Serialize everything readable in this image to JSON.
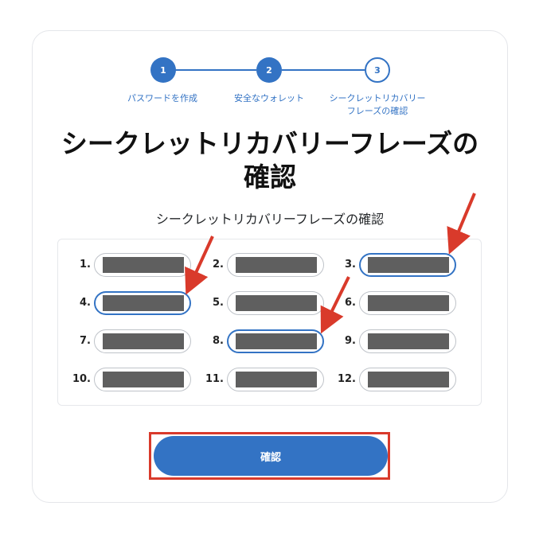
{
  "stepper": {
    "steps": [
      {
        "number": "1",
        "label": "パスワードを作成",
        "state": "done"
      },
      {
        "number": "2",
        "label": "安全なウォレット",
        "state": "done"
      },
      {
        "number": "3",
        "label_line1": "シークレットリカバリー",
        "label_line2": "フレーズの確認",
        "state": "current"
      }
    ]
  },
  "page": {
    "title_line1": "シークレットリカバリーフレーズの",
    "title_line2": "確認",
    "subtitle": "シークレットリカバリーフレーズの確認"
  },
  "words": [
    {
      "number": "1.",
      "active": false
    },
    {
      "number": "2.",
      "active": false
    },
    {
      "number": "3.",
      "active": true
    },
    {
      "number": "4.",
      "active": true
    },
    {
      "number": "5.",
      "active": false
    },
    {
      "number": "6.",
      "active": false
    },
    {
      "number": "7.",
      "active": false
    },
    {
      "number": "8.",
      "active": true
    },
    {
      "number": "9.",
      "active": false
    },
    {
      "number": "10.",
      "active": false
    },
    {
      "number": "11.",
      "active": false
    },
    {
      "number": "12.",
      "active": false
    }
  ],
  "confirm_button": {
    "label": "確認"
  },
  "colors": {
    "accent": "#3373c4",
    "annotation": "#d93a2b",
    "redaction": "#5f5f5f"
  }
}
